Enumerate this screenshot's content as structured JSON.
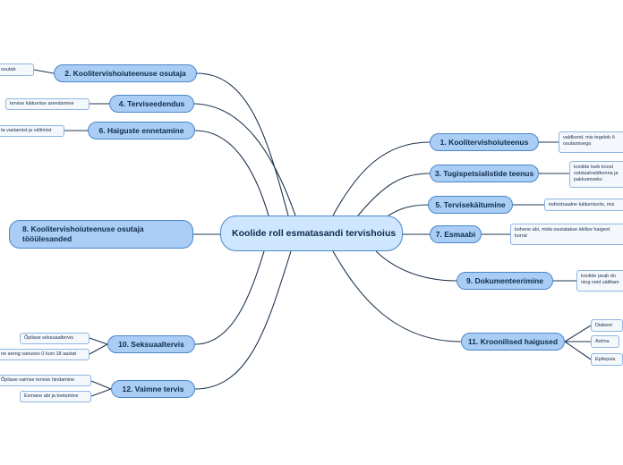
{
  "central": "Koolide roll esmatasandi tervishoius",
  "left_topics": [
    {
      "label": "2. Koolitervishoiuteenuse osutaja",
      "leaves": [
        "osutab"
      ]
    },
    {
      "label": "4. Terviseedendus",
      "leaves": [
        "tervise käitumise arendamine"
      ]
    },
    {
      "label": "6. Haiguste ennetamine",
      "leaves": [
        "ta vastamist ja vältimist"
      ]
    },
    {
      "label": "8. Koolitervishoiuteenuse osutaja tööülesanded",
      "leaves": []
    },
    {
      "label": "10. Seksuaaltervis",
      "leaves": [
        "Õpilase seksuaaltervis",
        "ne areng vanuses 0 kuni 18 aastat"
      ]
    },
    {
      "label": "12. Vaimne tervis",
      "leaves": [
        "Õpilase vaimse tervise hindamine",
        "Esmane abi ja toetamine"
      ]
    }
  ],
  "right_topics": [
    {
      "label": "1. Koolitervishoiuteenus",
      "leaves": [
        "valdkond, mis tegeleb õ osutamisega"
      ]
    },
    {
      "label": "3. Tugispetsialistide teenus",
      "leaves": [
        "koolide tseb koost sotsiaalvaldkonna ja pakkumiseks"
      ]
    },
    {
      "label": "5. Tervisekäitumine",
      "leaves": [
        "individuaalne käitumisviis, mis"
      ]
    },
    {
      "label": "7. Esmaabi",
      "leaves": [
        "kohene abi, mida osutatakse äkilise haigest korral"
      ]
    },
    {
      "label": "9. Dokumenteerimine",
      "leaves": [
        "koolide peab do ning neid säilitam"
      ]
    },
    {
      "label": "11. Kroonilised haigused",
      "leaves": [
        "Diabeet",
        "Astma",
        "Epilepsia"
      ]
    }
  ],
  "colors": {
    "node_fill": "#a9cdf5",
    "node_border": "#4a86c8",
    "central_fill": "#cfe6ff",
    "line": "#1f3550",
    "leaf_border": "#8fb5e0"
  }
}
